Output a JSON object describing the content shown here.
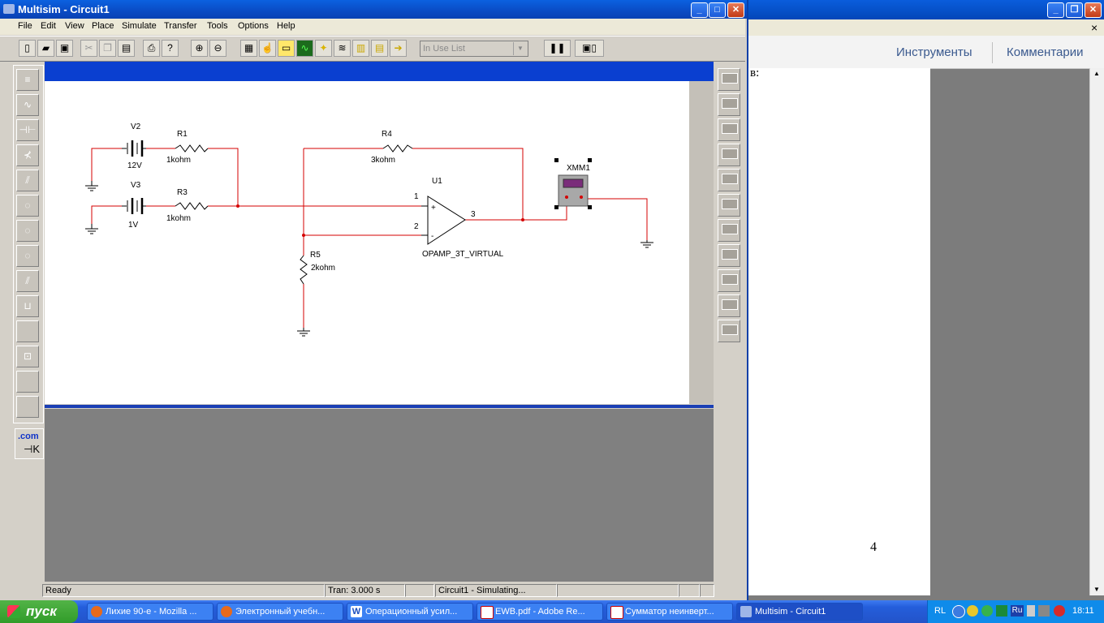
{
  "adobe": {
    "tools_label": "Инструменты",
    "comments_label": "Комментарии",
    "page_fragment": "в:",
    "page_number": "4",
    "close_x": "×"
  },
  "multisim": {
    "title": "Multisim - Circuit1",
    "menu": [
      "File",
      "Edit",
      "View",
      "Place",
      "Simulate",
      "Transfer",
      "Tools",
      "Options",
      "Help"
    ],
    "in_use_list": "In Use List",
    "com_label": ".com",
    "status": {
      "ready": "Ready",
      "tran": "Tran: 3.000 s",
      "sim": "Circuit1 - Simulating..."
    },
    "schematic": {
      "V2": {
        "ref": "V2",
        "value": "12V"
      },
      "V3": {
        "ref": "V3",
        "value": "1V"
      },
      "R1": {
        "ref": "R1",
        "value": "1kohm"
      },
      "R3": {
        "ref": "R3",
        "value": "1kohm"
      },
      "R4": {
        "ref": "R4",
        "value": "3kohm"
      },
      "R5": {
        "ref": "R5",
        "value": "2kohm"
      },
      "U1": {
        "ref": "U1",
        "model": "OPAMP_3T_VIRTUAL",
        "pin1": "1",
        "pin2": "2",
        "pin3": "3",
        "plus": "+",
        "minus": "-"
      },
      "XMM1": {
        "ref": "XMM1"
      }
    }
  },
  "taskbar": {
    "start": "пуск",
    "tasks": [
      {
        "label": "Лихие 90-е - Mozilla ...",
        "icon": "firefox-icon"
      },
      {
        "label": "Электронный учебн...",
        "icon": "firefox-icon"
      },
      {
        "label": "Операционный усил...",
        "icon": "word-icon"
      },
      {
        "label": "EWB.pdf - Adobe Re...",
        "icon": "pdf-icon"
      },
      {
        "label": "Сумматор неинверт...",
        "icon": "pdf-icon"
      },
      {
        "label": "Multisim - Circuit1",
        "icon": "multisim-icon"
      }
    ],
    "lang": "RL",
    "lang2": "Ru",
    "clock": "18:11"
  },
  "colors": {
    "wire": "#d40000",
    "accent": "#0a3fd0"
  }
}
